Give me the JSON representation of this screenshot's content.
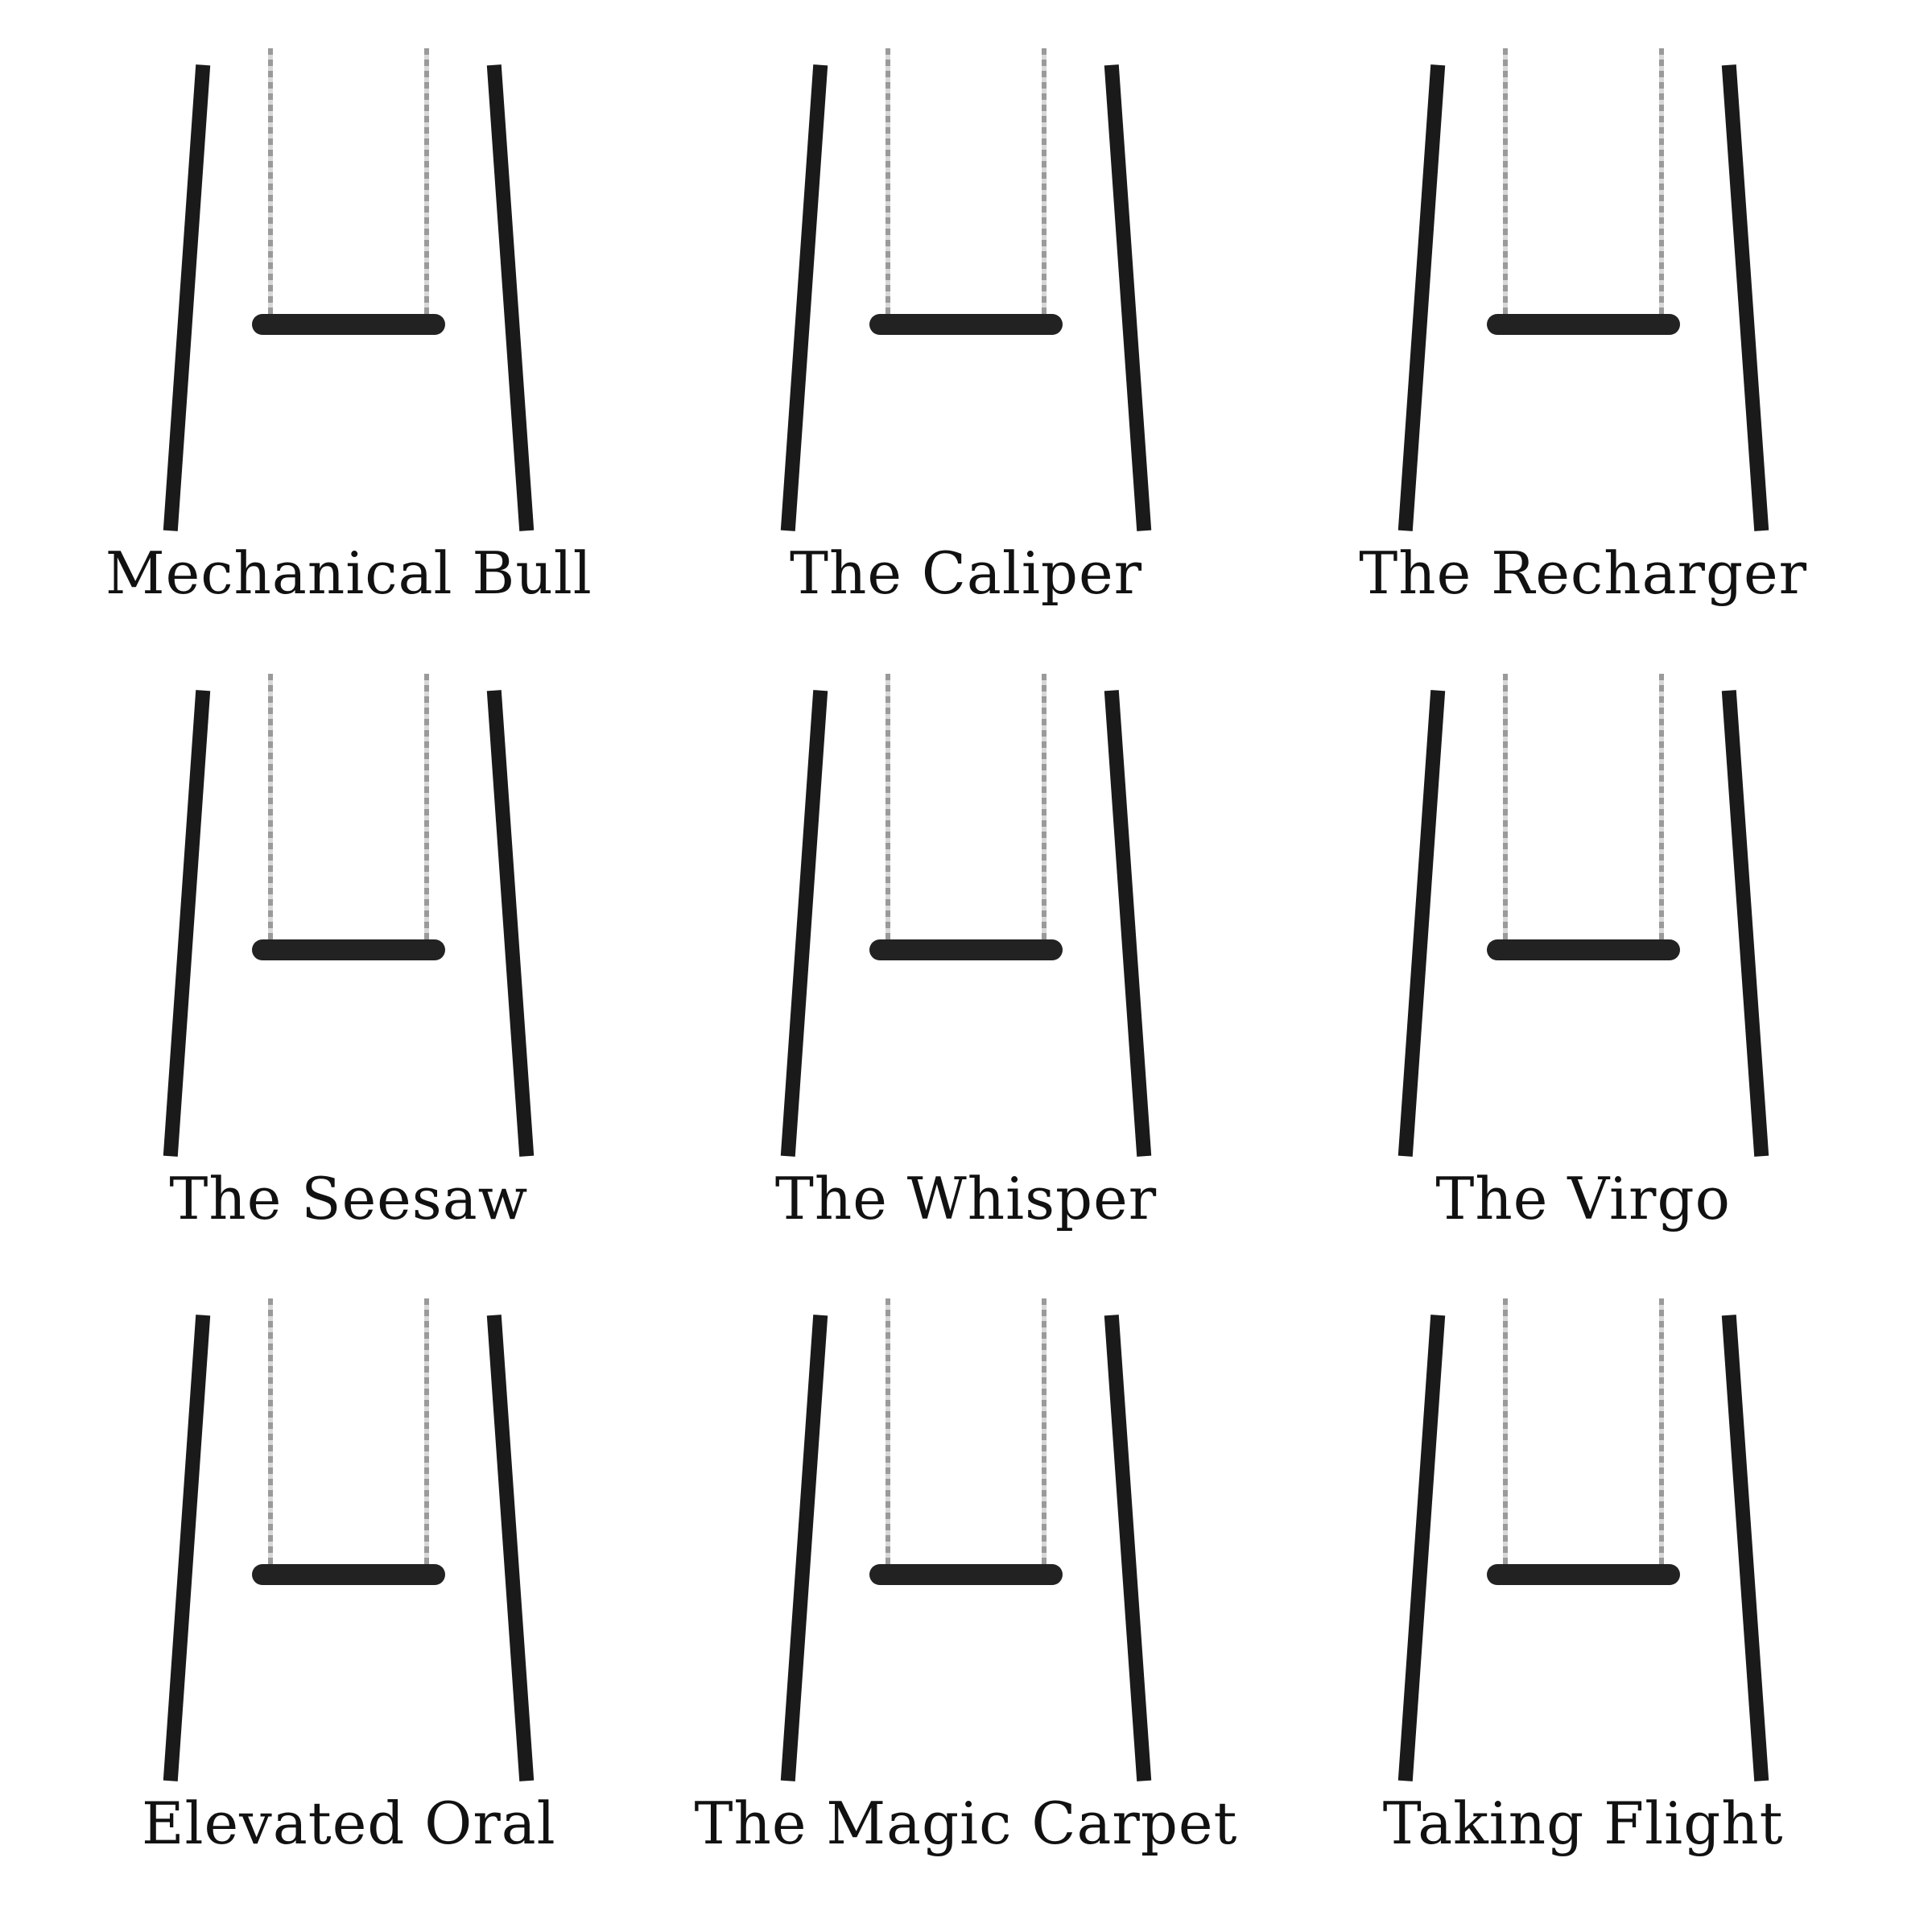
{
  "panels": [
    {
      "caption": "Mechanical Bull"
    },
    {
      "caption": "The Caliper"
    },
    {
      "caption": "The Recharger"
    },
    {
      "caption": "The Seesaw"
    },
    {
      "caption": "The Whisper"
    },
    {
      "caption": "The Virgo"
    },
    {
      "caption": "Elevated Oral"
    },
    {
      "caption": "The Magic Carpet"
    },
    {
      "caption": "Taking Flight"
    }
  ]
}
